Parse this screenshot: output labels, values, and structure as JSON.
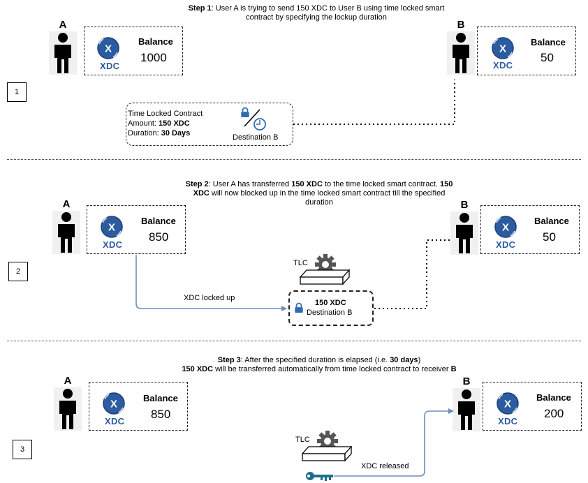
{
  "colors": {
    "xdc_blue": "#2c5ba0",
    "lock_blue": "#2f6bb4",
    "key_teal": "#1e6e8a",
    "arrow_blue": "#6c8ebf"
  },
  "step1": {
    "caption_prefix": "Step 1",
    "caption_text": ": User A is trying to send 150 XDC to User B using time locked smart contract by specifying the lockup duration",
    "step_number": "1",
    "user_a": {
      "letter": "A",
      "balance_label": "Balance",
      "balance_value": "1000",
      "token": "XDC"
    },
    "user_b": {
      "letter": "B",
      "balance_label": "Balance",
      "balance_value": "50",
      "token": "XDC"
    },
    "contract": {
      "title": "Time Locked Contract",
      "amount_label": "Amount: ",
      "amount_value": "150 XDC",
      "duration_label": "Duration: ",
      "duration_value": "30 Days",
      "destination": "Destination B"
    }
  },
  "step2": {
    "caption_prefix": "Step 2",
    "caption_a": ": User A has transferred ",
    "caption_b": "150 XDC",
    "caption_c": " to the time locked smart contract. ",
    "caption_d": "150 XDC",
    "caption_e": " will now blocked up in the time locked smart contract till the specified duration",
    "step_number": "2",
    "user_a": {
      "letter": "A",
      "balance_label": "Balance",
      "balance_value": "850",
      "token": "XDC"
    },
    "user_b": {
      "letter": "B",
      "balance_label": "Balance",
      "balance_value": "50",
      "token": "XDC"
    },
    "tlc_label": "TLC",
    "locked_amount": "150 XDC",
    "locked_destination": "Destination B",
    "arrow_label": "XDC locked up"
  },
  "step3": {
    "caption_prefix": "Step 3",
    "caption_a": ": After the specified duration is elapsed (i.e. ",
    "caption_b": "30 days",
    "caption_c": ")",
    "caption_d": "150 XDC",
    "caption_e": " will be transferred automatically from time locked contract to receiver ",
    "caption_f": "B",
    "step_number": "3",
    "user_a": {
      "letter": "A",
      "balance_label": "Balance",
      "balance_value": "850",
      "token": "XDC"
    },
    "user_b": {
      "letter": "B",
      "balance_label": "Balance",
      "balance_value": "200",
      "token": "XDC"
    },
    "tlc_label": "TLC",
    "arrow_label": "XDC released"
  }
}
